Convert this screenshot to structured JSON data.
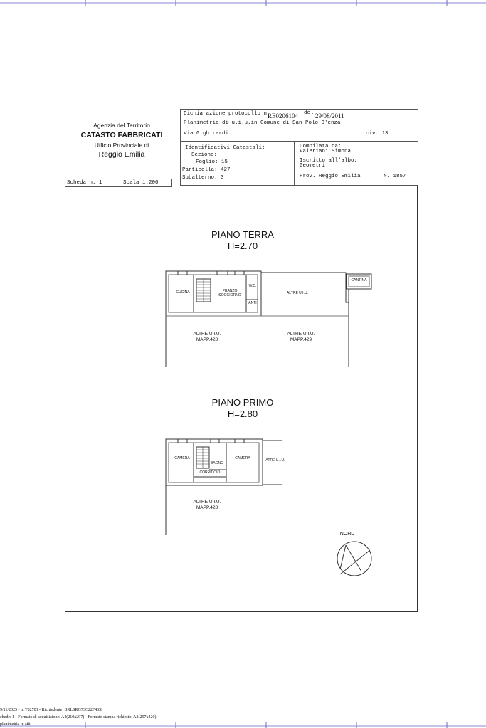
{
  "agency": {
    "line1": "Agenzia del Territorio",
    "line2": "CATASTO FABBRICATI",
    "line3": "Ufficio Provinciale di",
    "line4": "Reggio Emilia"
  },
  "header": {
    "dichiarazione_label": "Dichiarazione protocollo n.",
    "protocol_number": "RE0206104",
    "del_label": "del",
    "date": "29/08/2011",
    "planimetria": "Planimetria di u.i.u.in Comune di San Polo D'enza",
    "address": "Via G.ghirardi",
    "civ": "civ. 13"
  },
  "identificativi": {
    "title": "Identificativi Catastali:",
    "sezione": "Sezione:",
    "foglio": "Foglio: 15",
    "particella": "Particella: 427",
    "subalterno": "Subalterno: 3"
  },
  "compilata": {
    "label": "Compilata da:",
    "name": "Valeriani Simona",
    "iscritto": "Iscritto all'albo:",
    "albo": "Geometri",
    "prov": "Prov. Reggio Emilia",
    "numero": "N.  1857"
  },
  "scheda": {
    "label": "Scheda n. 1",
    "scala": "Scala 1:200"
  },
  "piano_terra": {
    "title": "PIANO TERRA",
    "height": "H=2.70",
    "rooms": {
      "cucina": "CUCINA",
      "pranzo": "PRANZO",
      "soggiorno": "SOGGIORNO",
      "wc": "W.C.",
      "anti": "ANTI",
      "altre_uiu": "ALTRE U.I.U.",
      "cantina": "CANTINA"
    },
    "mapp_left": {
      "line1": "ALTRE U.I.U.",
      "line2": "MAPP.428"
    },
    "mapp_right": {
      "line1": "ALTRE U.I.U.",
      "line2": "MAPP.429"
    }
  },
  "piano_primo": {
    "title": "PIANO PRIMO",
    "height": "H=2.80",
    "rooms": {
      "camera_left": "CAMERA",
      "bagno": "BAGNO",
      "camera_right": "CAMERA",
      "corridoio": "CORRIDOIO",
      "altre_uiu": "ATRE U.I.U."
    },
    "mapp_left": {
      "line1": "ALTRE U.I.U.",
      "line2": "MAPP.428"
    }
  },
  "nord": "NORD",
  "footer": {
    "line1": "9/11/2025 - n. T82701 - Richiedente: BRLSRG73C22F463I",
    "line2": "chede: 1 - Formato di acquisizione: A4(210x297)  - Formato stampa richiesto: A3(297x420)",
    "line3": "planimetria in atti"
  }
}
